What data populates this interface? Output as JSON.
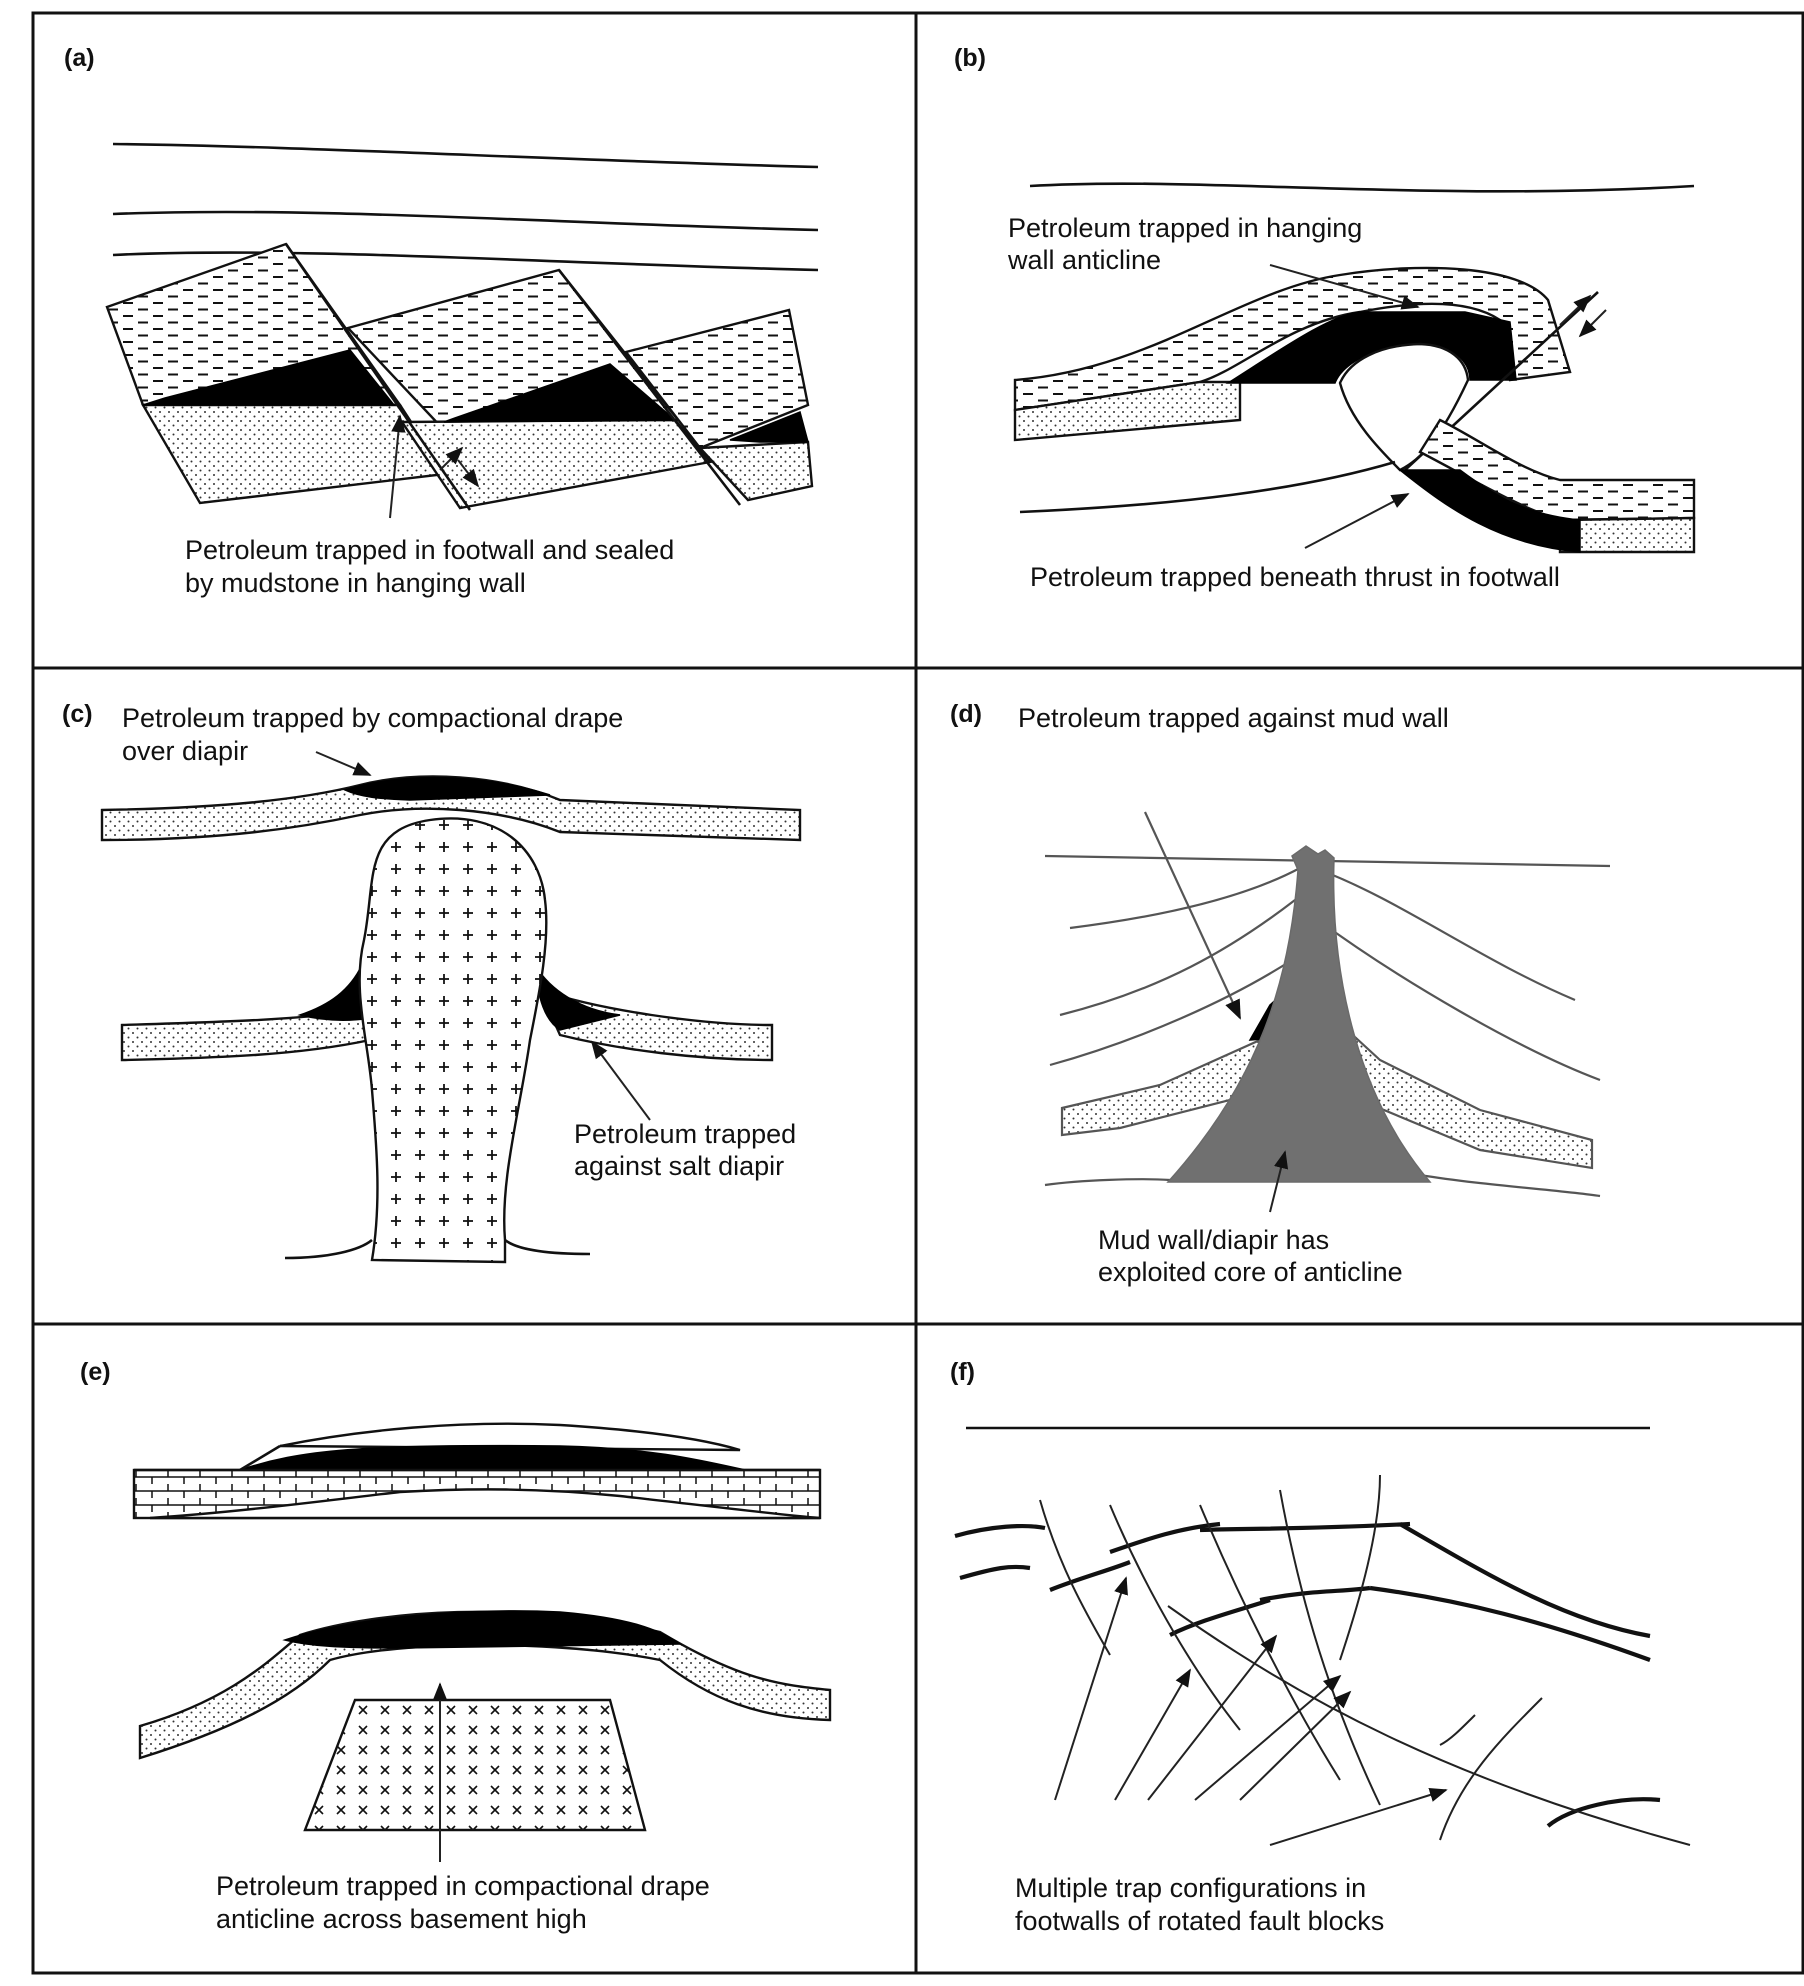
{
  "panels": [
    {
      "id": "a",
      "label": "(a)",
      "captions": [
        {
          "lines": [
            "Petroleum trapped in footwall and sealed",
            "by mudstone in hanging wall"
          ]
        }
      ]
    },
    {
      "id": "b",
      "label": "(b)",
      "captions": [
        {
          "lines": [
            "Petroleum trapped in hanging",
            "wall anticline"
          ]
        },
        {
          "lines": [
            "Petroleum trapped beneath thrust in footwall"
          ]
        }
      ]
    },
    {
      "id": "c",
      "label": "(c)",
      "captions": [
        {
          "lines": [
            "Petroleum trapped by compactional drape",
            "over diapir"
          ]
        },
        {
          "lines": [
            "Petroleum trapped",
            "against salt diapir"
          ]
        }
      ]
    },
    {
      "id": "d",
      "label": "(d)",
      "captions": [
        {
          "lines": [
            "Petroleum trapped against mud wall"
          ]
        },
        {
          "lines": [
            "Mud wall/diapir has",
            "exploited core of anticline"
          ]
        }
      ]
    },
    {
      "id": "e",
      "label": "(e)",
      "captions": [
        {
          "lines": [
            "Petroleum trapped in compactional drape",
            "anticline across basement high"
          ]
        }
      ]
    },
    {
      "id": "f",
      "label": "(f)",
      "captions": [
        {
          "lines": [
            "Multiple trap configurations in",
            "footwalls of rotated fault blocks"
          ]
        }
      ]
    }
  ],
  "symbols": {
    "petroleum": "#000000",
    "mud_wall": "#707070",
    "sandstone_pattern": "dots",
    "mudstone_pattern": "dashes",
    "salt_pattern": "plus-signs",
    "basement_pattern": "x-crosses",
    "carbonate_pattern": "bricks"
  }
}
